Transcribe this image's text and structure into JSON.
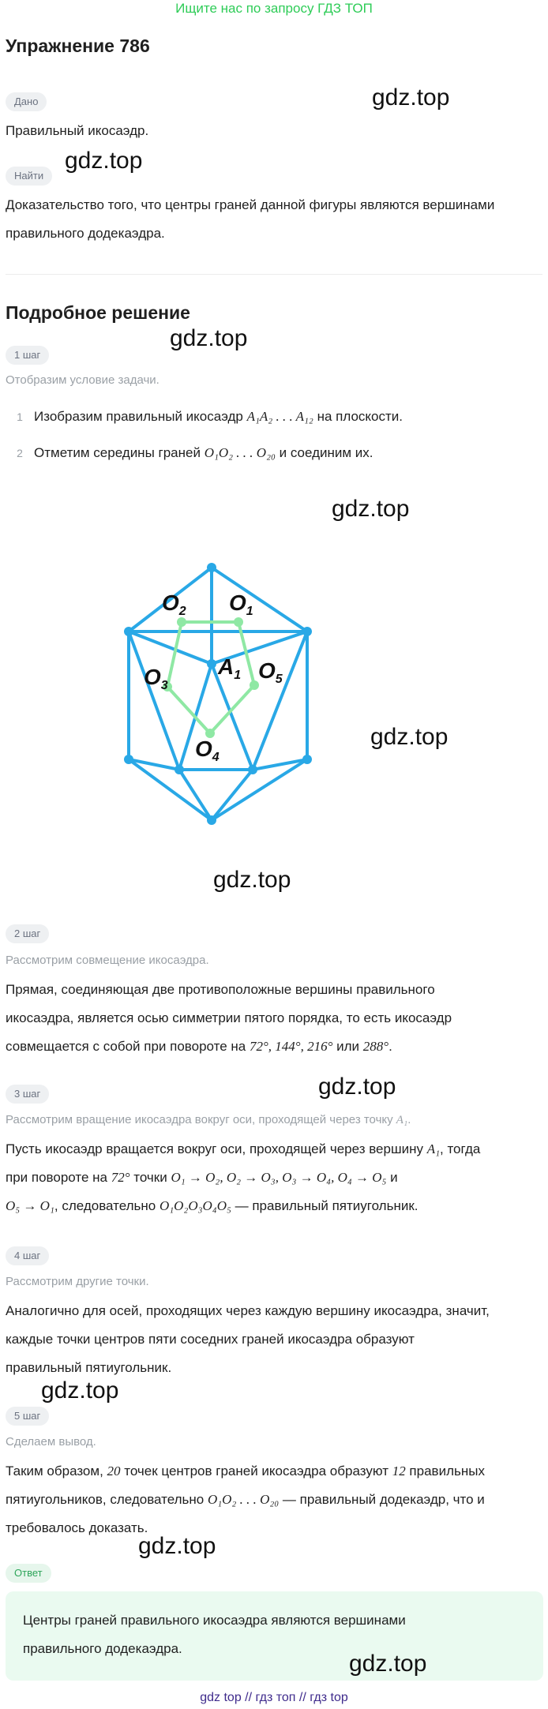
{
  "banner": "Ищите нас по запросу ГДЗ ТОП",
  "title": "Упражнение 786",
  "given": {
    "label": "Дано",
    "text": "Правильный икосаэдр."
  },
  "find": {
    "label": "Найти",
    "text_line1": "Доказательство того, что центры граней данной фигуры являются вершинами",
    "text_line2": "правильного додекаэдра."
  },
  "watermark": "gdz.top",
  "solution_title": "Подробное решение",
  "steps": [
    {
      "label": "1 шаг",
      "subtitle": "Отобразим условие задачи.",
      "items": [
        {
          "num": "1",
          "pre": "Изобразим правильный икосаэдр ",
          "math": "A₁A₂ . . . A₁₂",
          "post": " на плоскости."
        },
        {
          "num": "2",
          "pre": "Отметим середины граней ",
          "math": "O₁O₂ . . . O₂₀",
          "post": " и соединим их."
        }
      ]
    },
    {
      "label": "2 шаг",
      "subtitle": "Рассмотрим совмещение икосаэдра.",
      "line1": "Прямая, соединяющая две противоположные вершины правильного",
      "line2": "икосаэдра, является осью симметрии пятого порядка, то есть икосаэдр",
      "line3_pre": "совмещается с собой при повороте на ",
      "line3_math": "72°,  144°,  216°",
      "line3_mid": " или ",
      "line3_math2": "288°",
      "line3_post": "."
    },
    {
      "label": "3 шаг",
      "subtitle_pre": "Рассмотрим вращение икосаэдра вокруг оси, проходящей через точку ",
      "subtitle_math": "A₁",
      "subtitle_post": ".",
      "line1_pre": "Пусть икосаэдр вращается вокруг оси, проходящей через вершину ",
      "line1_math": "A₁",
      "line1_post": ", тогда",
      "line2_pre": "при повороте на ",
      "line2_math": "72°",
      "line2_mid": " точки ",
      "line2_math2": "O₁ → O₂,  O₂ → O₃,  O₃ → O₄,  O₄ → O₅",
      "line2_post": " и",
      "line3_math": "O₅ → O₁",
      "line3_mid": ", следовательно ",
      "line3_math2": "O₁O₂O₃O₄O₅",
      "line3_post": " — правильный пятиугольник."
    },
    {
      "label": "4 шаг",
      "subtitle": "Рассмотрим другие точки.",
      "line1": "Аналогично для осей, проходящих через каждую вершину икосаэдра, значит,",
      "line2": "каждые точки центров пяти соседних граней икосаэдра образуют",
      "line3": "правильный пятиугольник."
    },
    {
      "label": "5 шаг",
      "subtitle": "Сделаем вывод.",
      "line1_pre": "Таким образом, ",
      "line1_math": "20",
      "line1_mid": " точек центров граней икосаэдра образуют ",
      "line1_math2": "12",
      "line1_post": " правильных",
      "line2_pre": "пятиугольников, следовательно ",
      "line2_math": "O₁O₂ . . . O₂₀",
      "line2_post": " — правильный додекаэдр, что и",
      "line3": "требовалось доказать."
    }
  ],
  "figure": {
    "labels": {
      "o1": "O",
      "o1_sub": "1",
      "o2": "O",
      "o2_sub": "2",
      "o3": "O",
      "o3_sub": "3",
      "o4": "O",
      "o4_sub": "4",
      "o5": "O",
      "o5_sub": "5",
      "a1": "A",
      "a1_sub": "1"
    },
    "colors": {
      "icosahedron": "#29a8e6",
      "pentagon": "#8fe8a4"
    }
  },
  "answer": {
    "label": "Ответ",
    "line1": "Центры граней правильного икосаэдра являются вершинами",
    "line2": "правильного додекаэдра."
  },
  "footer": {
    "link1": "gdz top",
    "sep1": "//",
    "link2": "гдз топ",
    "sep2": "//",
    "link3": "гдз top"
  }
}
